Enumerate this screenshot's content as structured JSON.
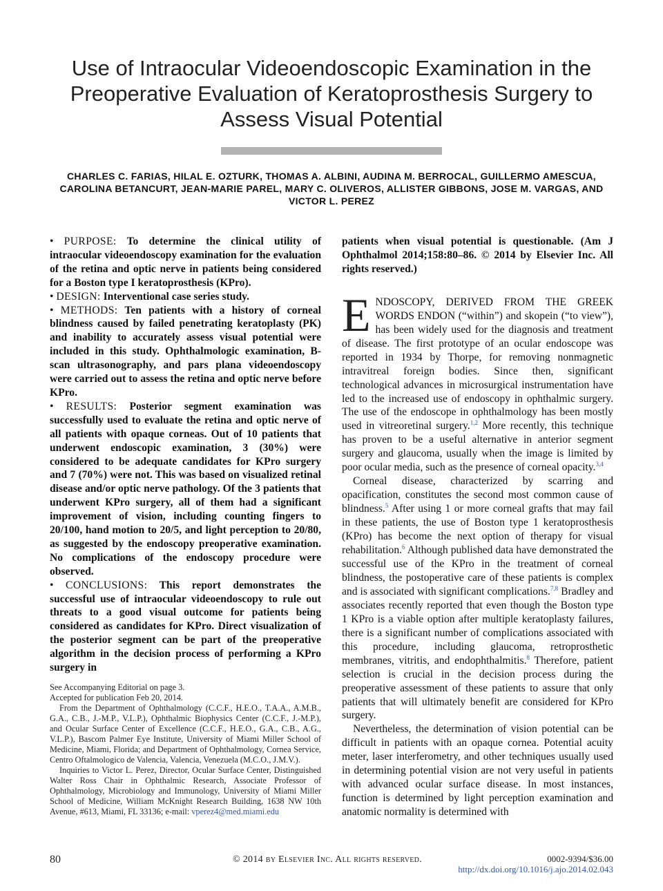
{
  "title": "Use of Intraocular Videoendoscopic Examination in the Preoperative Evaluation of Keratoprosthesis Surgery to Assess Visual Potential",
  "authors": "CHARLES C. FARIAS, HILAL E. OZTURK, THOMAS A. ALBINI, AUDINA M. BERROCAL, GUILLERMO AMESCUA, CAROLINA BETANCURT, JEAN-MARIE PAREL, MARY C. OLIVEROS, ALLISTER GIBBONS, JOSE M. VARGAS, AND VICTOR L. PEREZ",
  "abstract": {
    "bullet": "•",
    "purpose_label": "PURPOSE:",
    "purpose": "To determine the clinical utility of intraocular videoendoscopy examination for the evaluation of the retina and optic nerve in patients being considered for a Boston type I keratoprosthesis (KPro).",
    "design_label": "DESIGN:",
    "design": "Interventional case series study.",
    "methods_label": "METHODS:",
    "methods": "Ten patients with a history of corneal blindness caused by failed penetrating keratoplasty (PK) and inability to accurately assess visual potential were included in this study. Ophthalmologic examination, B-scan ultrasonography, and pars plana videoendoscopy were carried out to assess the retina and optic nerve before KPro.",
    "results_label": "RESULTS:",
    "results": "Posterior segment examination was successfully used to evaluate the retina and optic nerve of all patients with opaque corneas. Out of 10 patients that underwent endoscopic examination, 3 (30%) were considered to be adequate candidates for KPro surgery and 7 (70%) were not. This was based on visualized retinal disease and/or optic nerve pathology. Of the 3 patients that underwent KPro surgery, all of them had a significant improvement of vision, including counting fingers to 20/100, hand motion to 20/5, and light perception to 20/80, as suggested by the endoscopy preoperative examination. No complications of the endoscopy procedure were observed.",
    "conclusions_label": "CONCLUSIONS:",
    "conclusions": "This report demonstrates the successful use of intraocular videoendoscopy to rule out threats to a good visual outcome for patients being considered as candidates for KPro. Direct visualization of the posterior segment can be part of the preoperative algorithm in the decision process of performing a KPro surgery in",
    "continuation": "patients when visual potential is questionable.",
    "citation": "(Am J Ophthalmol 2014;158:80–86. © 2014 by Elsevier Inc. All rights reserved.)"
  },
  "footnotes": {
    "editorial": "See Accompanying Editorial on page 3.",
    "accepted": "Accepted for publication Feb 20, 2014.",
    "affiliation": "From the Department of Ophthalmology (C.C.F., H.E.O., T.A.A., A.M.B., G.A., C.B., J.-M.P., V.L.P.), Ophthalmic Biophysics Center (C.C.F., J.-M.P.), and Ocular Surface Center of Excellence (C.C.F., H.E.O., G.A., C.B., A.G., V.L.P.), Bascom Palmer Eye Institute, University of Miami Miller School of Medicine, Miami, Florida; and Department of Ophthalmology, Cornea Service, Centro Oftalmologico de Valencia, Valencia, Venezuela (M.C.O., J.M.V.).",
    "inquiries": "Inquiries to Victor L. Perez, Director, Ocular Surface Center, Distinguished Walter Ross Chair in Ophthalmic Research, Associate Professor of Ophthalmology, Microbiology and Immunology, University of Miami Miller School of Medicine, William McKnight Research Building, 1638 NW 10th Avenue, #613, Miami, FL 33136;",
    "email_label": "e-mail:",
    "email": "vperez4@med.miami.edu"
  },
  "body": {
    "dropcap": "E",
    "p1_lead": "NDOSCOPY, DERIVED FROM THE GREEK WORDS ENDON",
    "p1_a": "(“within”) and skopein (“to view”), has been widely used for the diagnosis and treatment of disease. The first prototype of an ocular endoscope was reported in 1934 by Thorpe, for removing nonmagnetic intravitreal foreign bodies. Since then, significant technological advances in microsurgical instrumentation have led to the increased use of endoscopy in ophthalmic surgery. The use of the endoscope in ophthalmology has been mostly used in vitreoretinal surgery.",
    "ref_1_2": "1,2",
    "p1_b": "More recently, this technique has proven to be a useful alternative in anterior segment surgery and glaucoma, usually when the image is limited by poor ocular media, such as the presence of corneal opacity.",
    "ref_3_4": "3,4",
    "p2_a": "Corneal disease, characterized by scarring and opacification, constitutes the second most common cause of blindness.",
    "ref_5": "5",
    "p2_b": "After using 1 or more corneal grafts that may fail in these patients, the use of Boston type 1 keratoprosthesis (KPro) has become the next option of therapy for visual rehabilitation.",
    "ref_6": "6",
    "p2_c": "Although published data have demonstrated the successful use of the KPro in the treatment of corneal blindness, the postoperative care of these patients is complex and is associated with significant complications.",
    "ref_7_8": "7,8",
    "p2_d": "Bradley and associates recently reported that even though the Boston type 1 KPro is a viable option after multiple keratoplasty failures, there is a significant number of complications associated with this procedure, including glaucoma, retroprosthetic membranes, vitritis, and endophthalmitis.",
    "ref_8": "8",
    "p2_e": "Therefore, patient selection is crucial in the decision process during the preoperative assessment of these patients to assure that only patients that will ultimately benefit are considered for KPro surgery.",
    "p3": "Nevertheless, the determination of vision potential can be difficult in patients with an opaque cornea. Potential acuity meter, laser interferometry, and other techniques usually used in determining potential vision are not very useful in patients with advanced ocular surface disease. In most instances, function is determined by light perception examination and anatomic normality is determined with"
  },
  "footer": {
    "page_number": "80",
    "copyright": "© 2014 by Elsevier Inc. All rights reserved.",
    "issn": "0002-9394/$36.00",
    "doi": "http://dx.doi.org/10.1016/j.ajo.2014.02.043"
  }
}
